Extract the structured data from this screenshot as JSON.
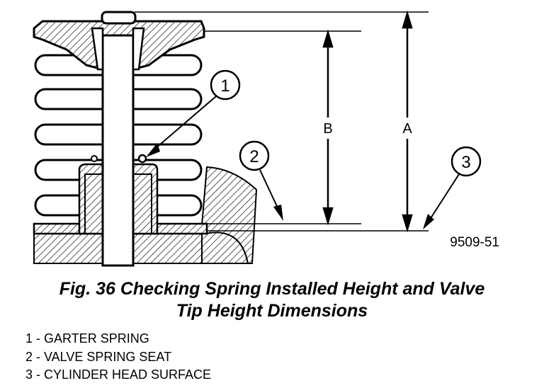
{
  "figure": {
    "callouts": [
      "1",
      "2",
      "3"
    ],
    "dimension_labels": [
      "B",
      "A"
    ],
    "code": "9509-51"
  },
  "caption": {
    "line1": "Fig. 36 Checking Spring Installed Height and Valve",
    "line2": "Tip Height Dimensions"
  },
  "legend": [
    "1 - GARTER SPRING",
    "2 - VALVE SPRING SEAT",
    "3 - CYLINDER HEAD SURFACE"
  ]
}
